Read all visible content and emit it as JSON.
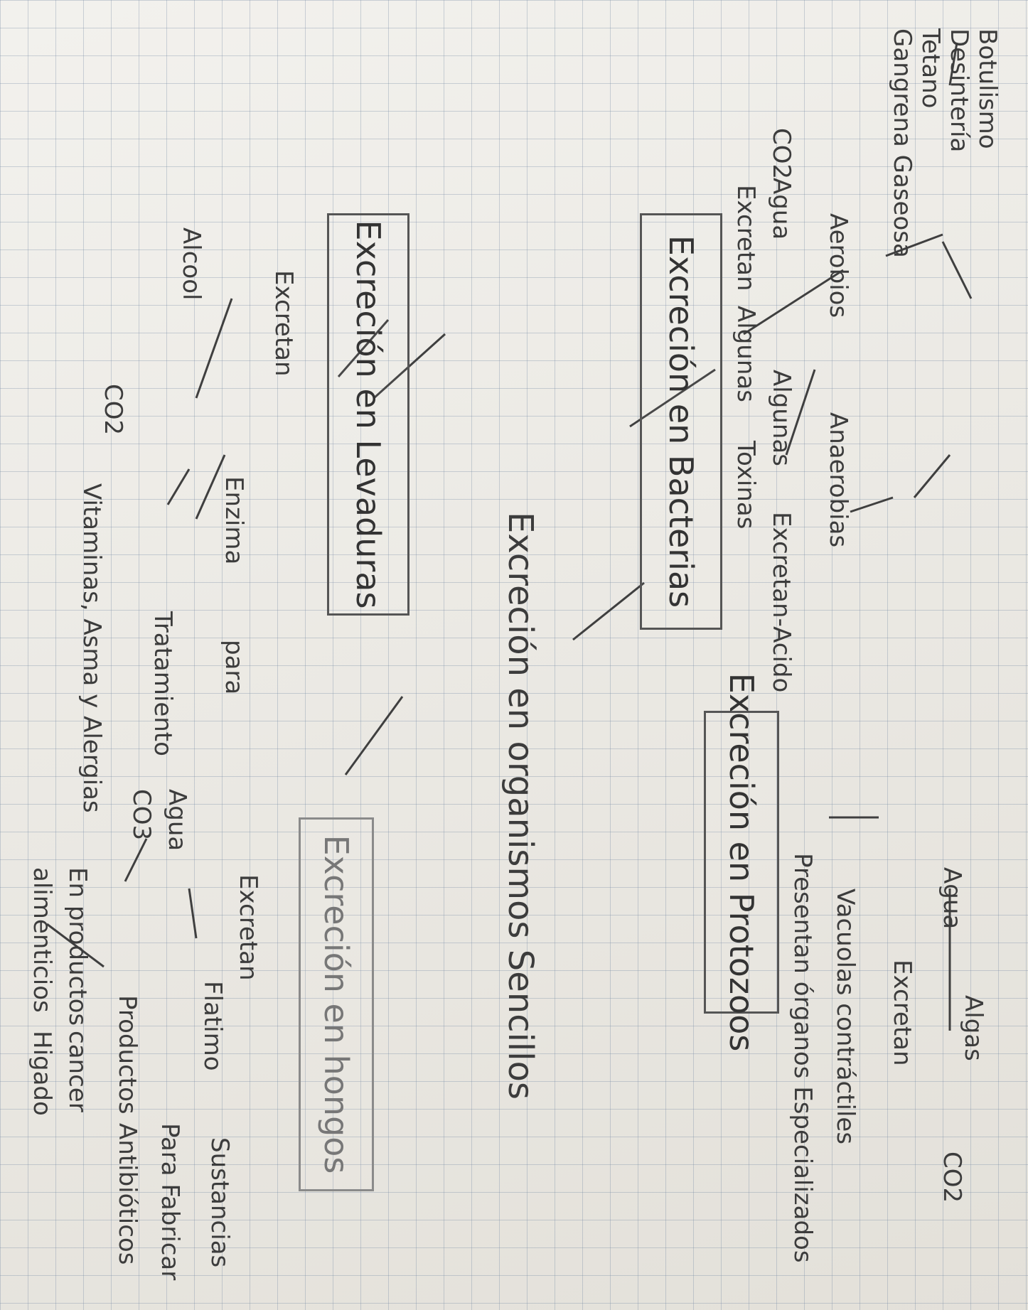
{
  "title": "Excreción en organismos Sencillos",
  "bacterias": {
    "box": "Excreción en Bacterias",
    "excretan": "Excretan",
    "algunas": "Algunas",
    "toxinas": "Toxinas",
    "agua_co2_top": [
      "Agua",
      "CO2"
    ],
    "aerobios": "Aerobios",
    "anaerobios": "Anaerobias",
    "algunas_2": "Algunas",
    "excretan_acido": "Excretan-Acido",
    "diseases": [
      "Botulismo",
      "Desintería",
      "Tetano",
      "Gangrena Gaseosa"
    ]
  },
  "protozoos": {
    "box": "Excreción en Protozoos",
    "presentan": "Presentan órganos Especializados",
    "vacuolas": "Vacuolas contráctiles",
    "excretan": "Excretan",
    "agua_algas_co2": [
      "Agua",
      "Algas",
      "CO2"
    ]
  },
  "levaduras": {
    "box": "Excreción en Levaduras",
    "excretan": "Excretan",
    "alcool": "Alcool",
    "co2": "CO2",
    "enzima": "Enzima",
    "para": "para",
    "tratamiento": "Tratamiento",
    "vitaminas": "Vitaminas, Asma y Alergias"
  },
  "hongos": {
    "box": "Excreción en hongos",
    "excretan": "Excretan",
    "agua": "Agua",
    "co2": "CO3",
    "flatimo": "Flatimo",
    "sustancias": "Sustancias",
    "para_fabricar": "Para Fabricar",
    "antibioticos": "Antibióticos",
    "productos": "Productos",
    "cancer": "cancer",
    "en_productos": "En productos",
    "alimenticios": "alimenticios",
    "higado": "Higado"
  }
}
